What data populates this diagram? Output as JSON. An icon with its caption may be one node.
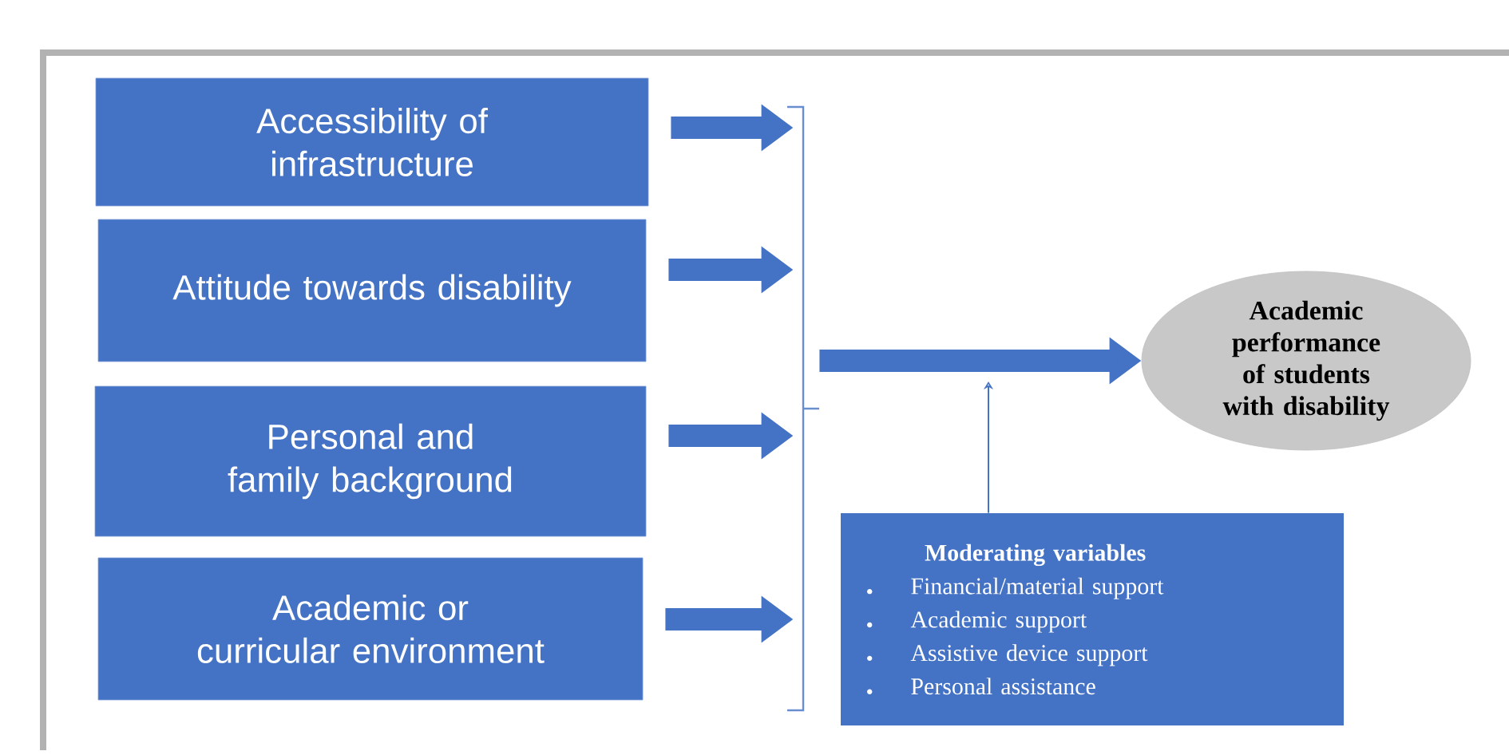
{
  "diagram": {
    "nodes": [
      {
        "text": [
          "Accessibility of infrastructure"
        ]
      },
      {
        "text": [
          "Attitude towards disability"
        ]
      },
      {
        "text": [
          "Personal and family background"
        ]
      },
      {
        "text": [
          "Academic or curricular environment"
        ]
      },
      {
        "text": [],
        "shape": "bracket"
      },
      {
        "text": [
          "Academic performance of students with disability"
        ]
      },
      {
        "text": [
          "Moderating  variables",
          "Financial/material  support",
          "Academic  support",
          "Assistive device support",
          "Personal assistance"
        ]
      }
    ],
    "edges": [
      {
        "from": 0,
        "to": 4,
        "arrow": "to"
      },
      {
        "from": 1,
        "to": 4,
        "arrow": "to"
      },
      {
        "from": 2,
        "to": 4,
        "arrow": "to"
      },
      {
        "from": 3,
        "to": 4,
        "arrow": "to"
      },
      {
        "from": 4,
        "to": 5,
        "arrow": "to"
      },
      {
        "from": 6,
        "to": null,
        "arrow": "to"
      }
    ]
  }
}
